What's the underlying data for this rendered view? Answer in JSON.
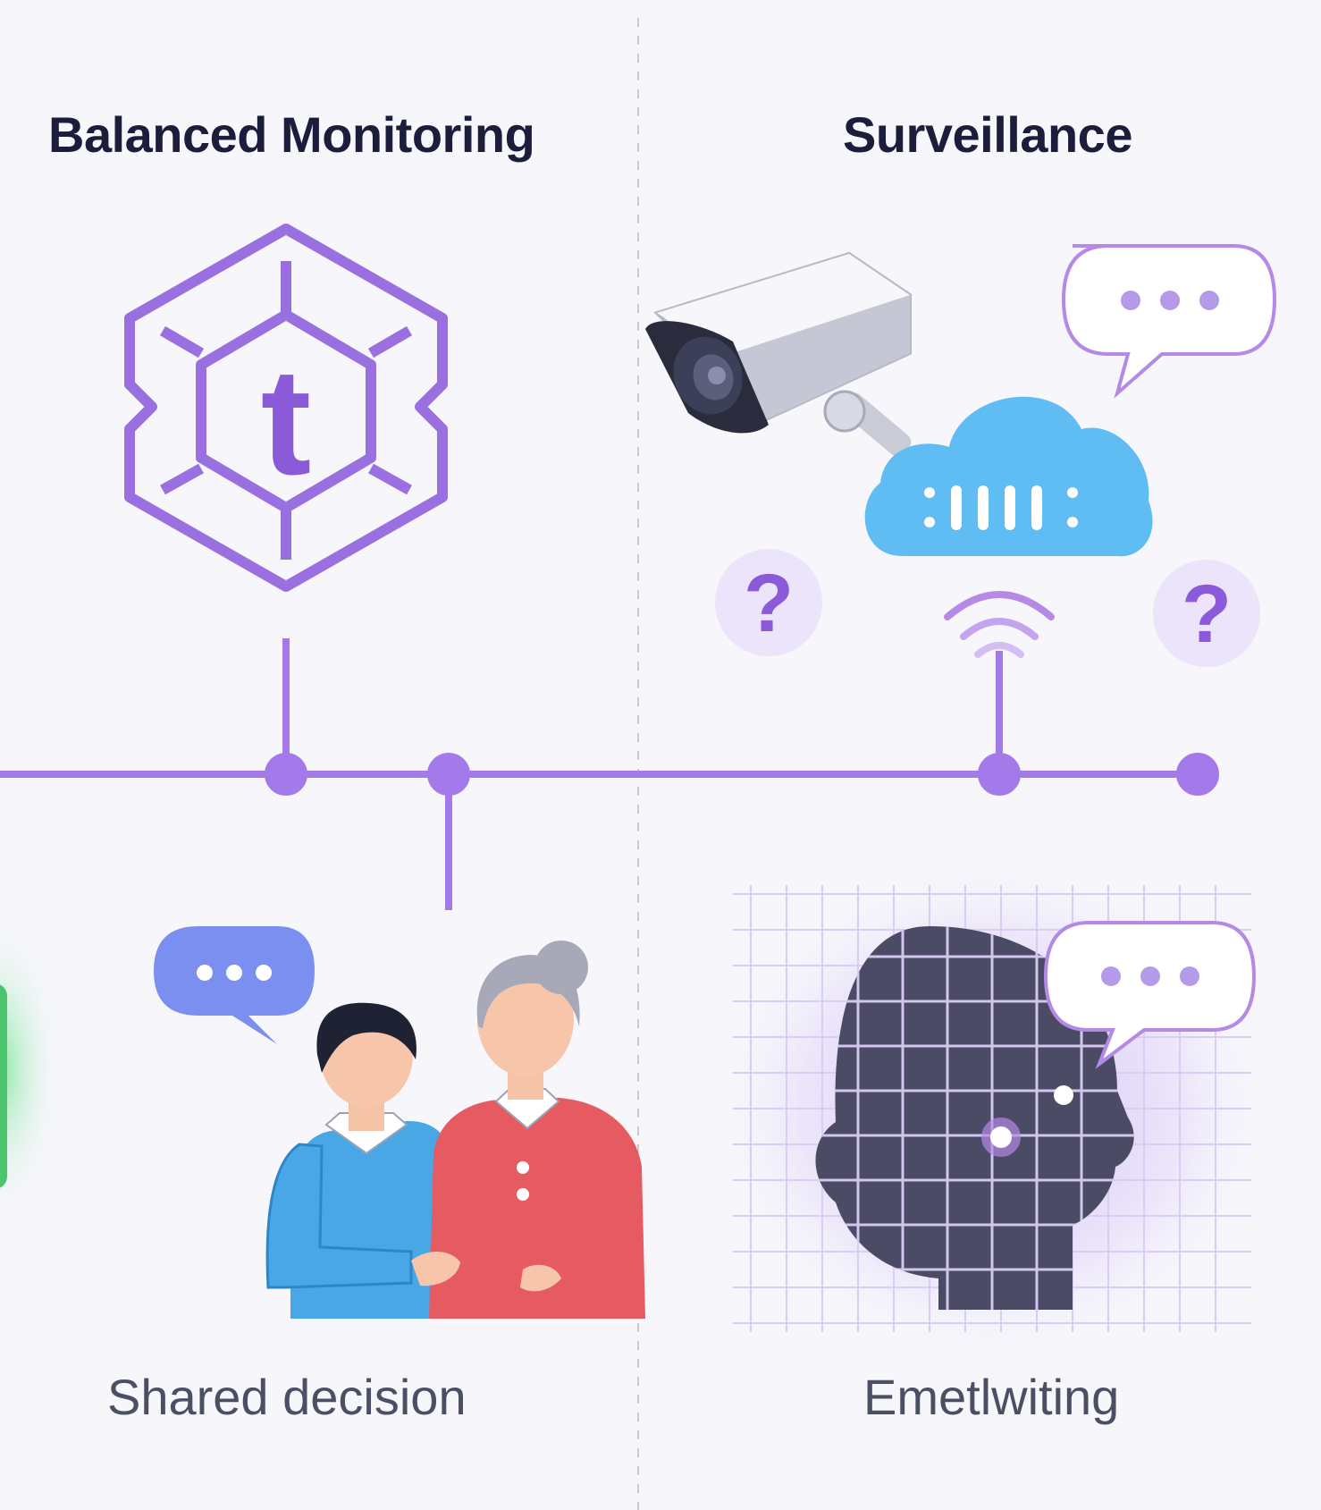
{
  "left_panel": {
    "title": "Balanced Monitoring",
    "caption": "Shared decision"
  },
  "right_panel": {
    "title": "Surveillance",
    "caption": "Emetlwiting"
  },
  "hex_logo": {
    "letter": "t"
  },
  "question_badges": [
    "?",
    "?"
  ],
  "icons": [
    "hexagon-logo-icon",
    "camera-icon",
    "cloud-icon",
    "wifi-icon",
    "speech-bubble-icon",
    "question-icon",
    "people-icon",
    "head-grid-icon"
  ],
  "colors": {
    "accent": "#9a6fe0",
    "timeline": "#a479ea",
    "cloud": "#5fbdf4",
    "heading": "#1b1d3b",
    "caption": "#4a4f63"
  }
}
